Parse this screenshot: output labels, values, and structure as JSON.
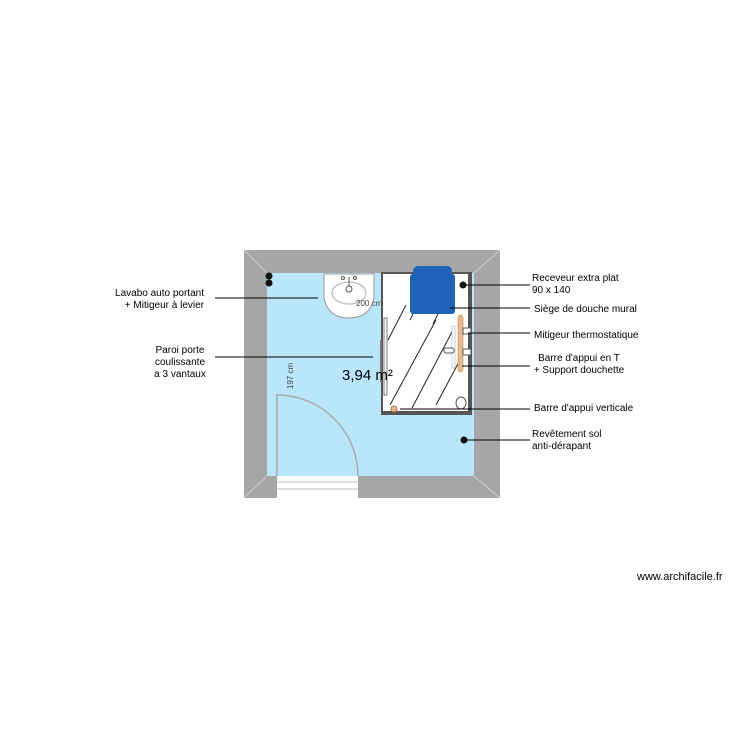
{
  "plan": {
    "area": "3,94 m²",
    "dim_width": "200 cm",
    "dim_height": "197 cm",
    "colors": {
      "wall": "#a6a6a6",
      "floor": "#b9e6fa",
      "seat": "#1f63b8",
      "grab_bar": "#e8b98d",
      "shower_border": "#555555"
    }
  },
  "labels": {
    "lavabo_1": "Lavabo auto portant",
    "lavabo_2": "+ Mitigeur à levier",
    "paroi_1": "Paroi porte",
    "paroi_2": "coulissante",
    "paroi_3": "a 3 vantaux",
    "receveur_1": "Receveur extra plat",
    "receveur_2": "90 x 140",
    "siege": "Siège de douche mural",
    "mitigeur": "Mitigeur thermostatique",
    "barre_t_1": "Barre d'appui en T",
    "barre_t_2": "+ Support douchette",
    "barre_v": "Barre d'appui verticale",
    "sol_1": "Revêtement sol",
    "sol_2": "anti-dérapant"
  },
  "footer": {
    "watermark": "www.archifacile.fr"
  }
}
